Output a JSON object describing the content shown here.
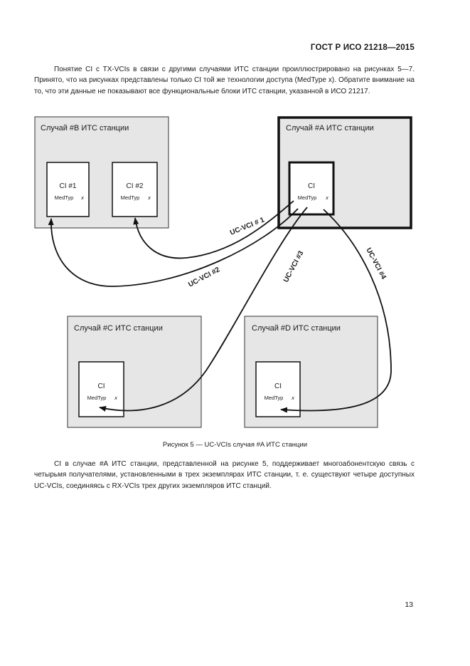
{
  "header": {
    "standard": "ГОСТ Р ИСО 21218—2015"
  },
  "paragraphs": {
    "intro": "Понятие CI с TX-VCIs в связи с другими случаями ИТС станции проиллюстрировано на рисунках 5—7. Принято, что на рисунках представлены только CI той же технологии доступа (MedType x). Обратите внимание на то, что эти данные не показывают все функциональные блоки ИТС станции, указанной в ИСО 21217.",
    "description": "CI в случае #A ИТС станции, представленной на рисунке 5, поддерживает многоабонентскую связь с четырьмя получателями, установленными в трех экземплярах ИТС станции, т. е. существуют четыре доступных UC-VCIs, соединяясь с RX-VCIs трех других экземпляров ИТС станций."
  },
  "figure": {
    "caption": "Рисунок 5 — UC-VCIs случая #A ИТС станции",
    "stations": {
      "b": {
        "title": "Случай #B ИТС станции"
      },
      "a": {
        "title": "Случай #A ИТС станции"
      },
      "c": {
        "title": "Случай #C ИТС станции"
      },
      "d": {
        "title": "Случай #D ИТС станции"
      }
    },
    "ci": {
      "b1": {
        "name": "CI #1",
        "medtype": "MedTyp",
        "x": "x"
      },
      "b2": {
        "name": "CI #2",
        "medtype": "MedTyp",
        "x": "x"
      },
      "a": {
        "name": "CI",
        "medtype": "MedTyp",
        "x": "x"
      },
      "c": {
        "name": "CI",
        "medtype": "MedTyp",
        "x": "x"
      },
      "d": {
        "name": "CI",
        "medtype": "MedTyp",
        "x": "x"
      }
    },
    "links": {
      "l1": "UC-VCI # 1",
      "l2": "UC-VCI #2",
      "l3": "UC-VCI #3",
      "l4": "UC-VCI #4"
    }
  },
  "page": {
    "number": "13"
  }
}
